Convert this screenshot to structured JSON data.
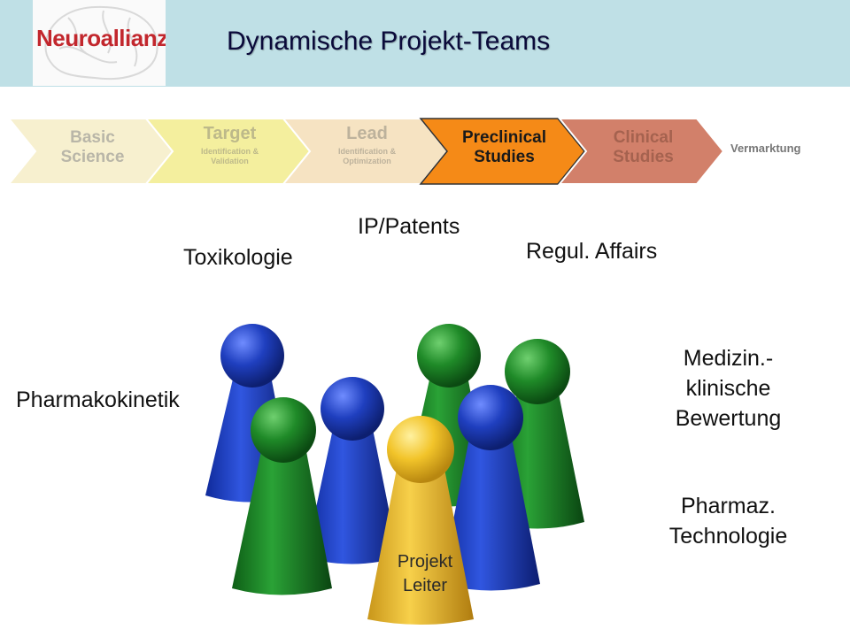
{
  "header": {
    "logo_text": "Neuroallianz",
    "title": "Dynamische Projekt-Teams"
  },
  "pipeline": {
    "stages": [
      {
        "title": "Basic\nScience",
        "subtitle": "",
        "color": "#f7f0cf",
        "text_color": "#b9b6a8"
      },
      {
        "title": "Target",
        "subtitle": "Identification &\nValidation",
        "color": "#f4ef9e",
        "text_color": "#bdb98a"
      },
      {
        "title": "Lead",
        "subtitle": "Identification &\nOptimization",
        "color": "#f6e3c2",
        "text_color": "#bdb29c"
      },
      {
        "title": "Preclinical\nStudies",
        "subtitle": "",
        "color": "#f58a17",
        "text_color": "#1a1a1a"
      },
      {
        "title": "Clinical\nStudies",
        "subtitle": "",
        "color": "#d2806a",
        "text_color": "#a5624f"
      }
    ],
    "last_label": "Vermarktung"
  },
  "roles": {
    "ip_patents": "IP/Patents",
    "toxikologie": "Toxikologie",
    "regul_affairs": "Regul. Affairs",
    "pharmakokinetik": "Pharmakokinetik",
    "medizin": "Medizin.-\nklinische\nBewertung",
    "pharmaz": "Pharmaz.\nTechnologie"
  },
  "team": {
    "leader_label": "Projekt\nLeiter",
    "colors": {
      "blue": "#1f3fbf",
      "green": "#1f8a28",
      "yellow": "#f2c42a"
    }
  }
}
